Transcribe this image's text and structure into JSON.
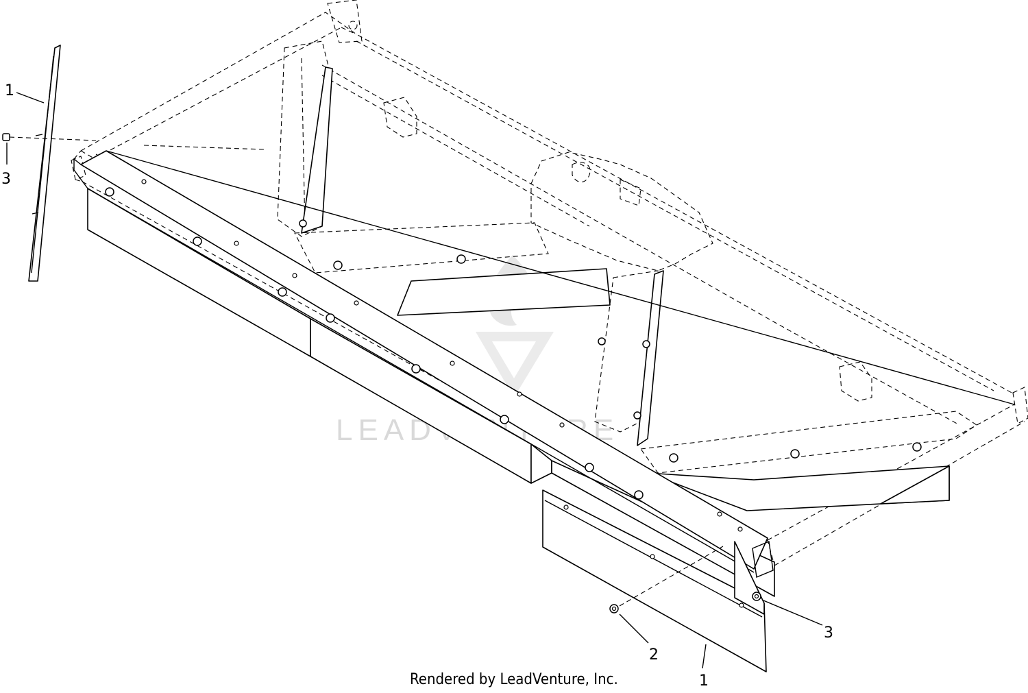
{
  "callouts": [
    {
      "id": "c1a",
      "label": "1"
    },
    {
      "id": "c3a",
      "label": "3"
    },
    {
      "id": "c2",
      "label": "2"
    },
    {
      "id": "c3b",
      "label": "3"
    },
    {
      "id": "c1b",
      "label": "1"
    }
  ],
  "footer": {
    "text": "Rendered by LeadVenture, Inc."
  },
  "watermark": {
    "text": "LEADVENTURE"
  },
  "colors": {
    "line": "#000000",
    "background": "#ffffff",
    "watermark": "#d9d9d9"
  },
  "icons": [
    "flame-logo-icon",
    "v-logo-icon"
  ]
}
